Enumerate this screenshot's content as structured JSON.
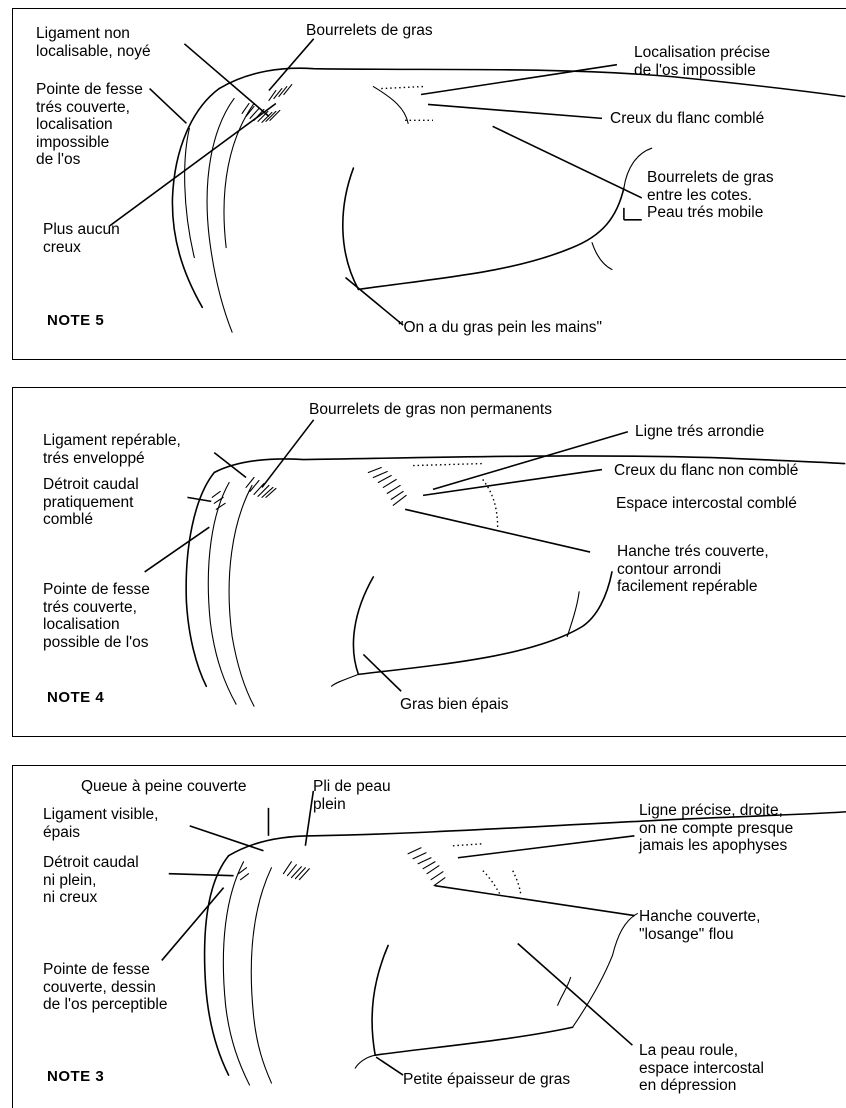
{
  "panels": {
    "note5": {
      "title": "NOTE 5",
      "labels": {
        "ligament": "Ligament non\nlocalisable, noyé",
        "bourrelets": "Bourrelets de gras",
        "pointe": "Pointe de fesse\ntrés couverte,\nlocalisation\nimpossible\nde l'os",
        "localisation": "Localisation précise\nde l'os impossible",
        "creux_flanc": "Creux du flanc comblé",
        "bourrelets_cotes": "Bourrelets de gras\nentre les cotes.\nPeau trés mobile",
        "plus_aucun": "Plus aucun\ncreux",
        "on_a_du_gras": "\"On a du gras pein les mains\""
      }
    },
    "note4": {
      "title": "NOTE 4",
      "labels": {
        "bourrelets": "Bourrelets de gras non permanents",
        "ligament": "Ligament repérable,\ntrés enveloppé",
        "ligne": "Ligne trés arrondie",
        "creux_flanc": "Creux du flanc non comblé",
        "detroit": "Détroit caudal\npratiquement\ncomblé",
        "espace": "Espace intercostal comblé",
        "hanche": "Hanche trés couverte,\ncontour arrondi\nfacilement repérable",
        "pointe": "Pointe de fesse\ntrés couverte,\nlocalisation\npossible de l'os",
        "gras": "Gras bien épais"
      }
    },
    "note3": {
      "title": "NOTE 3",
      "labels": {
        "queue": "Queue à peine couverte",
        "pli": "Pli de peau\nplein",
        "ligament": "Ligament visible,\népais",
        "ligne": "Ligne précise, droite,\non ne compte presque\njamais les apophyses",
        "detroit": "Détroit caudal\nni plein,\nni creux",
        "hanche": "Hanche couverte,\n\"losange\" flou",
        "pointe": "Pointe de fesse\ncouverte, dessin\nde l'os perceptible",
        "peau": "La peau roule,\nespace intercostal\nen dépression",
        "petite": "Petite épaisseur de gras"
      }
    }
  }
}
